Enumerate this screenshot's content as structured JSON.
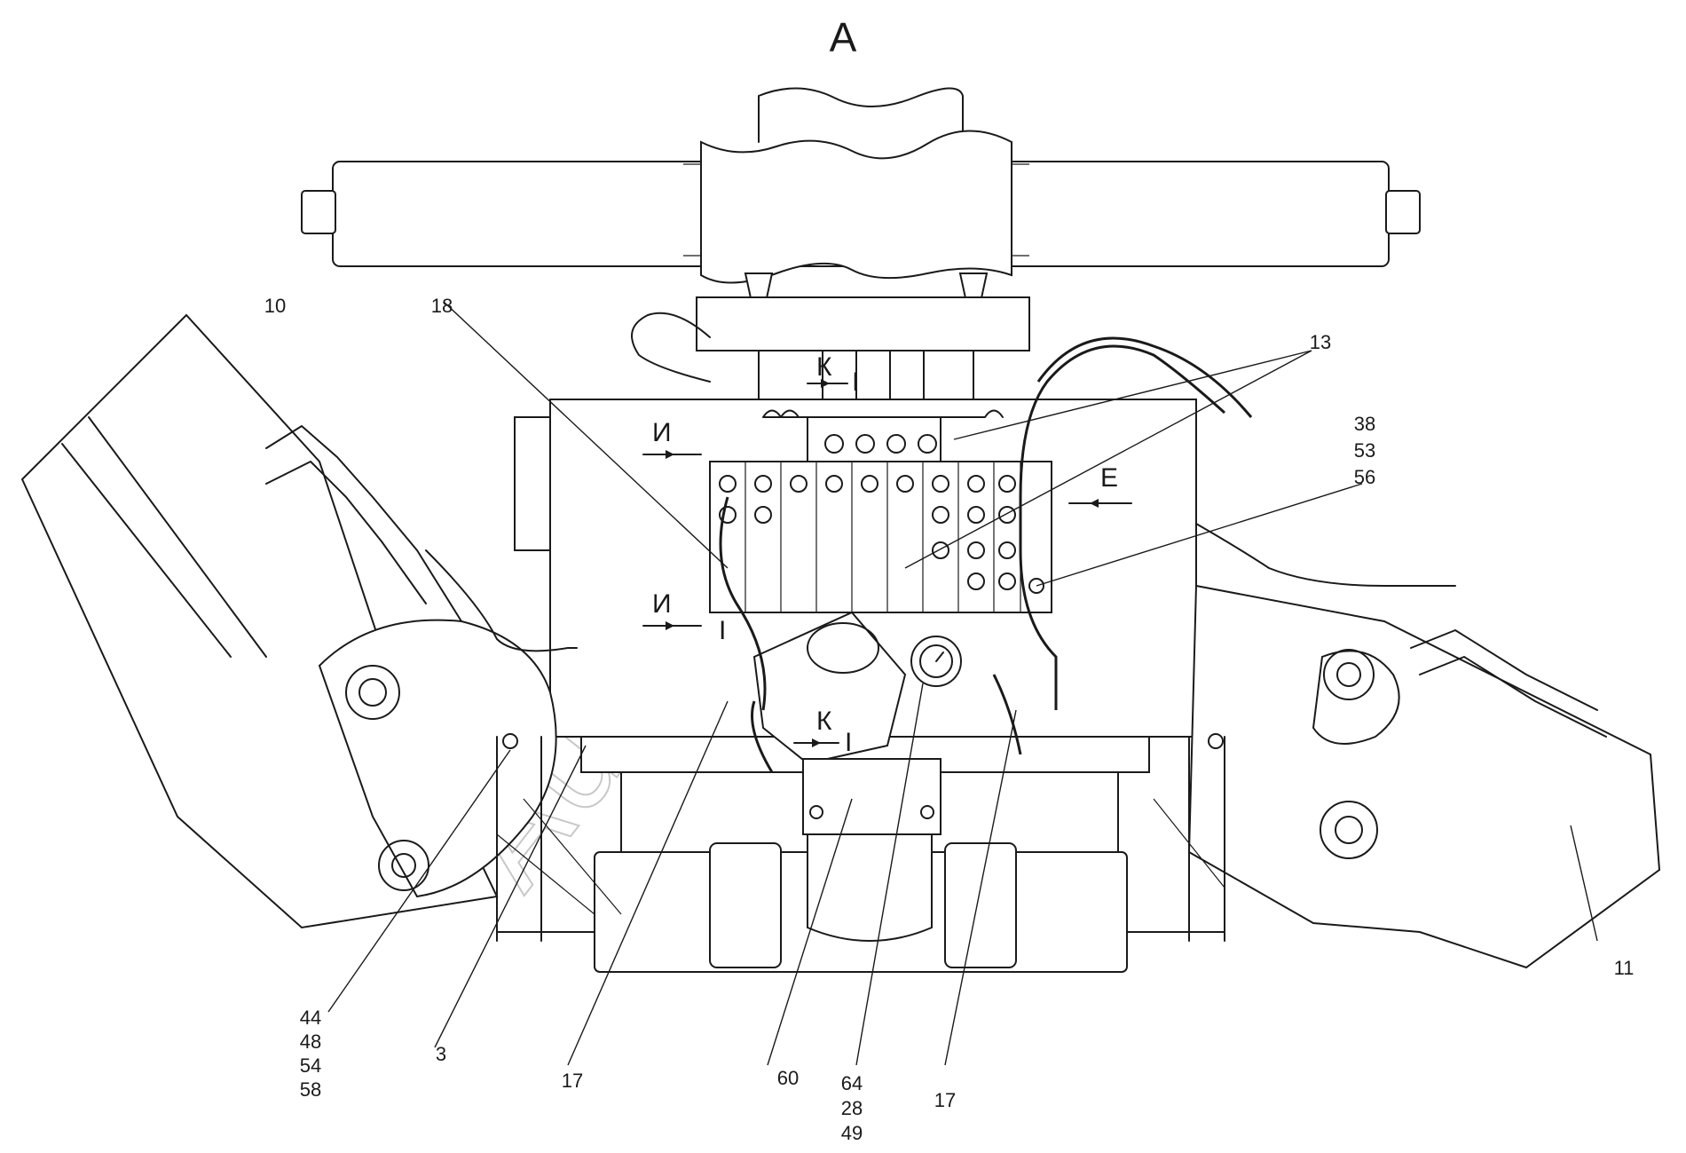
{
  "view": {
    "title": "А"
  },
  "callouts": {
    "c10": "10",
    "c11": "11",
    "c18": "18",
    "c13": "13",
    "c38": "38",
    "c53": "53",
    "c56": "56",
    "c44": "44",
    "c48": "48",
    "c54": "54",
    "c58": "58",
    "c3": "3",
    "c17a": "17",
    "c60": "60",
    "c64": "64",
    "c28": "28",
    "c49": "49",
    "c17b": "17"
  },
  "sections": {
    "k_top": "К",
    "k_top_roman": "I",
    "i_upper": "И",
    "e_right": "Е",
    "i_lower": "И",
    "i_lower_roman": "I",
    "k_lower": "К",
    "k_lower_roman": "I"
  },
  "watermark": {
    "text": "Autosoft"
  }
}
